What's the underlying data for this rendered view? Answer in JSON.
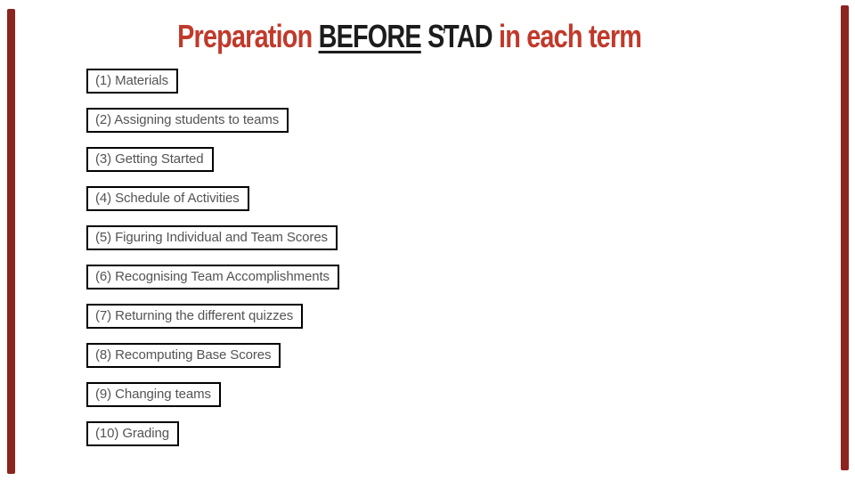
{
  "slide": {
    "title": {
      "full_text": "Preparation BEFORE S’TAD in each term",
      "parts": [
        {
          "text": "Preparation "
        },
        {
          "text": "BEFORE"
        },
        {
          "text": " S"
        },
        {
          "text": "’"
        },
        {
          "text": "TAD"
        },
        {
          "text": " in each term"
        }
      ]
    },
    "list_items": [
      "(1) Materials",
      "(2) Assigning students to teams",
      "(3) Getting Started",
      "(4) Schedule of Activities",
      "(5) Figuring Individual and Team Scores",
      "(6) Recognising Team Accomplishments",
      "(7) Returning the different quizzes",
      "(8) Recomputing Base Scores",
      "(9) Changing teams",
      "(10) Grading"
    ],
    "colors": {
      "title_red": "#c03a2b",
      "title_black": "#1c1c1c",
      "side_bar": "#8c2420",
      "box_border": "#000000",
      "box_text": "#545454",
      "background": "#ffffff"
    }
  }
}
